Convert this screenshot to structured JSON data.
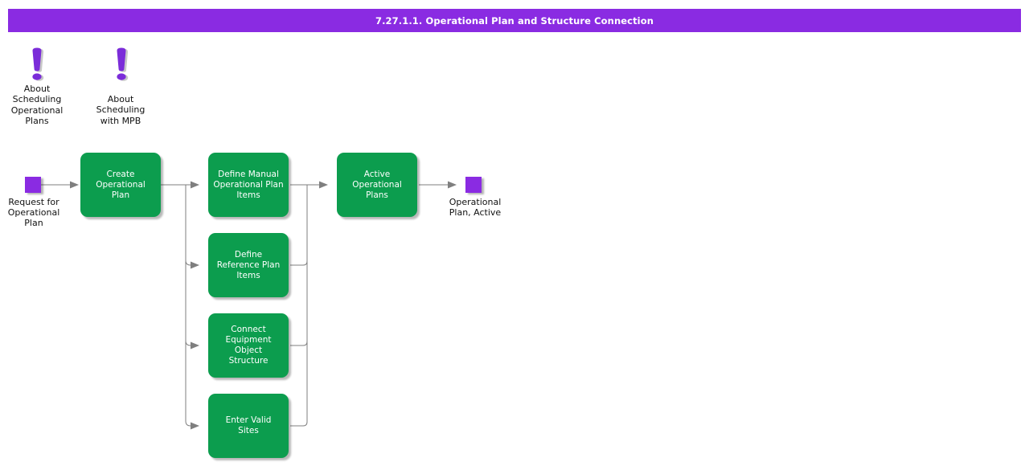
{
  "header": {
    "title": "7.27.1.1. Operational Plan and Structure Connection"
  },
  "colors": {
    "accent_purple": "#8A2BE2",
    "icon_purple": "#7B2CD9",
    "node_green": "#0C9D4E",
    "connector_gray": "#7F7F7F"
  },
  "notes": [
    {
      "icon": "exclamation-icon",
      "label": "About\nScheduling\nOperational\nPlans"
    },
    {
      "icon": "exclamation-icon",
      "label": "About\nScheduling\nwith MPB"
    }
  ],
  "flow": {
    "start": {
      "type": "start-event",
      "label": "Request for\nOperational\nPlan"
    },
    "end": {
      "type": "end-event",
      "label": "Operational\nPlan, Active"
    },
    "nodes": [
      {
        "label": "Create\nOperational\nPlan"
      },
      {
        "label": "Define Manual\nOperational Plan\nItems"
      },
      {
        "label": "Define\nReference Plan\nItems"
      },
      {
        "label": "Connect\nEquipment\nObject\nStructure"
      },
      {
        "label": "Enter Valid\nSites"
      },
      {
        "label": "Active\nOperational\nPlans"
      }
    ]
  }
}
